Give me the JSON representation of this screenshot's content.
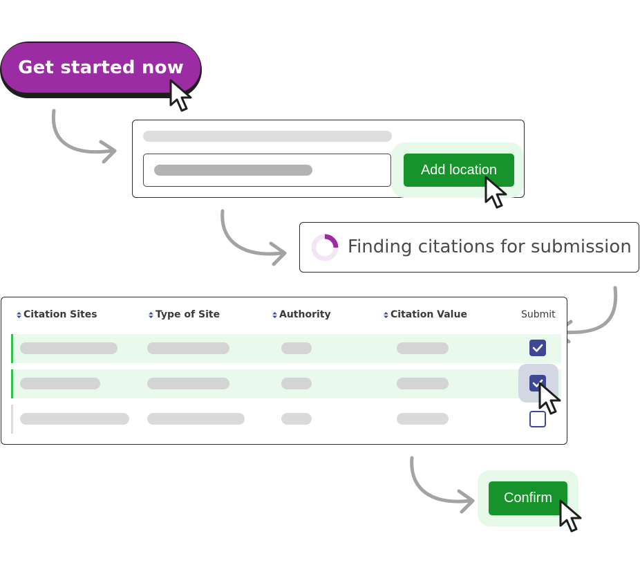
{
  "cta": {
    "label": "Get started now",
    "color": "#9b2ca3"
  },
  "location_form": {
    "add_label": "Add location"
  },
  "status": {
    "text": "Finding citations for submission",
    "progress": 0.25
  },
  "table": {
    "columns": [
      "Citation Sites",
      "Type of Site",
      "Authority",
      "Citation Value",
      "Submit"
    ],
    "rows": [
      {
        "submitted": true,
        "highlighted": true
      },
      {
        "submitted": true,
        "highlighted": true
      },
      {
        "submitted": false,
        "highlighted": false
      }
    ]
  },
  "confirm": {
    "label": "Confirm"
  },
  "colors": {
    "accent_green": "#17932b",
    "checkbox": "#3e4794",
    "row_highlight": "#e9f9eb"
  },
  "icons": [
    "cursor-pointer-icon",
    "curved-arrow-icon",
    "spinner-icon",
    "sort-icon",
    "checkbox-icon"
  ]
}
